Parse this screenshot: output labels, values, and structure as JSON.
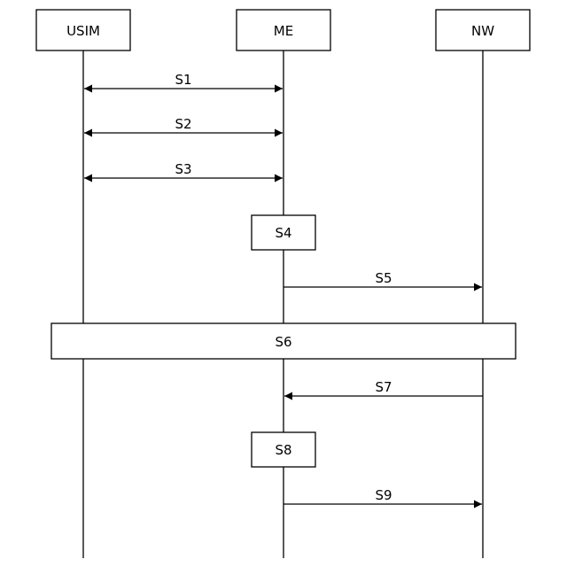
{
  "diagram": {
    "type": "sequence",
    "participants": [
      {
        "id": "usim",
        "label": "USIM"
      },
      {
        "id": "me",
        "label": "ME"
      },
      {
        "id": "nw",
        "label": "NW"
      }
    ],
    "messages": [
      {
        "id": "s1",
        "label": "S1",
        "from": "usim",
        "to": "me",
        "bidirectional": true
      },
      {
        "id": "s2",
        "label": "S2",
        "from": "usim",
        "to": "me",
        "bidirectional": true
      },
      {
        "id": "s3",
        "label": "S3",
        "from": "usim",
        "to": "me",
        "bidirectional": true
      },
      {
        "id": "s4",
        "label": "S4",
        "kind": "process",
        "on": "me"
      },
      {
        "id": "s5",
        "label": "S5",
        "from": "me",
        "to": "nw"
      },
      {
        "id": "s6",
        "label": "S6",
        "kind": "process",
        "spans": [
          "usim",
          "me",
          "nw"
        ]
      },
      {
        "id": "s7",
        "label": "S7",
        "from": "nw",
        "to": "me"
      },
      {
        "id": "s8",
        "label": "S8",
        "kind": "process",
        "on": "me"
      },
      {
        "id": "s9",
        "label": "S9",
        "from": "me",
        "to": "nw"
      }
    ]
  },
  "colors": {
    "line": "#000000",
    "box_fill": "#ffffff",
    "background": "#ffffff"
  }
}
